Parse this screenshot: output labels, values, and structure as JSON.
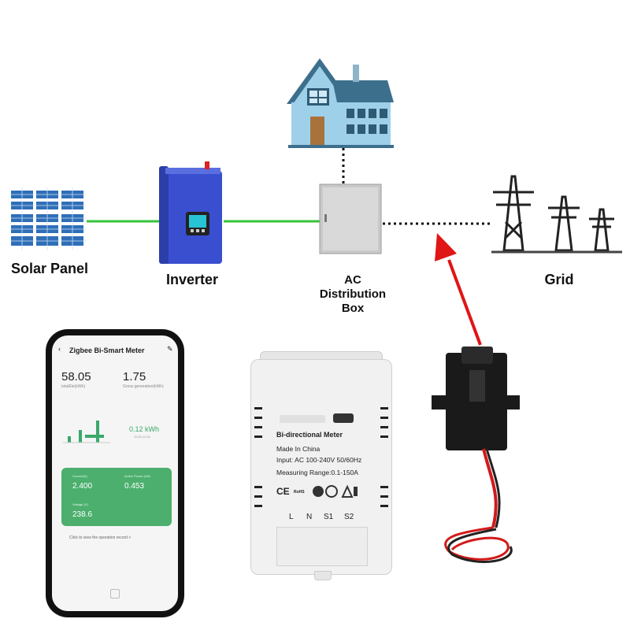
{
  "diagram": {
    "nodes": {
      "solar_panel": "Solar Panel",
      "inverter": "Inverter",
      "distribution_box": [
        "AC",
        "Distribution",
        "Box"
      ],
      "grid": "Grid"
    },
    "colors": {
      "dc_line": "#35c33a",
      "ac_line": "#111111",
      "arrow": "#e01515"
    }
  },
  "app": {
    "title": "Zigbee Bi-Smart Meter",
    "total_value": "58.05",
    "total_label": "totalEle(kWh)",
    "gross_value": "1.75",
    "gross_label": "Gross generation(kWh)",
    "energy_value": "0.12 kWh",
    "energy_time": "11:00-11:05",
    "current_label": "Current(A)",
    "current_value": "2.400",
    "power_label": "Active Power (kW)",
    "power_value": "0.453",
    "voltage_label": "Voltage (V)",
    "voltage_value": "238.6",
    "record_link": "Click to view the operation record >"
  },
  "meter": {
    "title": "Bi-directional Meter",
    "made_in": "Made In China",
    "input": "Input: AC 100-240V 50/60Hz",
    "range": "Measuring Range:0.1-150A",
    "terminals": [
      "L",
      "N",
      "S1",
      "S2"
    ],
    "marks": [
      "CE",
      "RoHS"
    ]
  }
}
